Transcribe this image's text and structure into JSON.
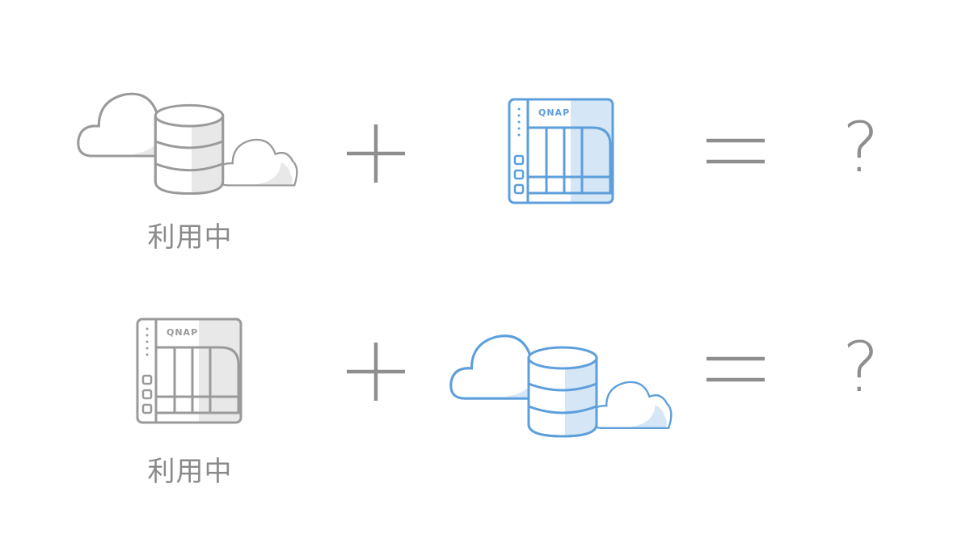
{
  "colors": {
    "gray_stroke": "#9a9a9a",
    "gray_fill": "#e8e8e8",
    "blue_stroke": "#5d9fdb",
    "blue_fill": "#d5e6f6",
    "symbol": "#8e8e8e"
  },
  "rows": [
    {
      "left": {
        "icon": "cloud-database-icon",
        "label": "利用中"
      },
      "operator": "+",
      "right": {
        "icon": "qnap-nas-icon",
        "logo_text": "QNAP"
      },
      "equals": "=",
      "result": "?"
    },
    {
      "left": {
        "icon": "qnap-nas-icon",
        "label": "利用中",
        "logo_text": "QNAP"
      },
      "operator": "+",
      "right": {
        "icon": "cloud-database-icon"
      },
      "equals": "=",
      "result": "?"
    }
  ]
}
